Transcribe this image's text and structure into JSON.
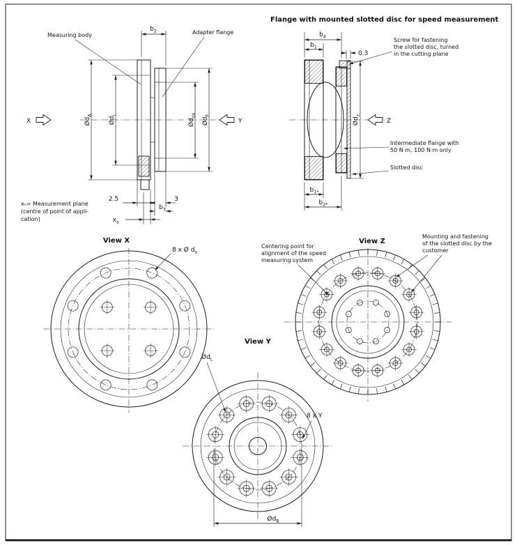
{
  "title": "Flange with mounted slotted disc for speed measurement",
  "left_view": {
    "measuring_body_label": "Measuring body",
    "adapter_flange_label": "Adapter flange",
    "x_label": "X",
    "y_label": "Y",
    "note_lines": [
      "xₛ= Measurement plane",
      "(centre of point of appli-",
      "cation)"
    ],
    "dims": {
      "b2": {
        "base": "b",
        "sub": "2"
      },
      "dA": {
        "base": "Ød",
        "sub": "A"
      },
      "di": {
        "base": "Ød",
        "sub": "i"
      },
      "dza": {
        "base": "Ød",
        "sub": "za"
      },
      "dF": {
        "base": "Ød",
        "sub": "F"
      },
      "w25": "2.5",
      "w3": "3",
      "xs": {
        "base": "x",
        "sub": "s"
      },
      "b3": {
        "base": "b",
        "sub": "3"
      }
    }
  },
  "right_view": {
    "screw_note": [
      "Screw for fastening",
      "the slotted disc, turned",
      "in the cutting plane"
    ],
    "intermediate_note": [
      "Intermediate flange with",
      "50 N·m, 100 N·m only"
    ],
    "slotted_disc_label": "Slotted disc",
    "z_label": "Z",
    "dims": {
      "b4": {
        "base": "b",
        "sub": "4"
      },
      "b1": {
        "base": "b",
        "sub": "1"
      },
      "w03": "0.3",
      "dz": {
        "base": "Ød",
        "sub": "z"
      },
      "b1star": {
        "base": "b",
        "sub": "1*"
      },
      "b2star": {
        "base": "b",
        "sub": "2*"
      }
    }
  },
  "view_x": {
    "title": "View X",
    "ds_label": {
      "base": "8 x Ø d",
      "sub": "s"
    }
  },
  "view_y": {
    "title": "View Y",
    "dL": {
      "base": "Ød",
      "sub": "L"
    },
    "y8_label": "8 x Y",
    "dB": {
      "base": "Ød",
      "sub": "B"
    }
  },
  "view_z": {
    "title": "View Z",
    "centering_note": [
      "Centering point for",
      "alignment of the speed",
      "measuring system"
    ],
    "mounting_note": [
      "Mounting and fastening",
      "of the slotted disc by the",
      "customer"
    ]
  }
}
